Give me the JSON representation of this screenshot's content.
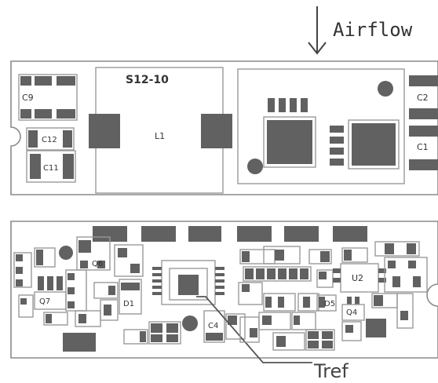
{
  "annotations": {
    "airflow": "Airflow",
    "tref": "Tref"
  },
  "board_top": {
    "title": "S12-10",
    "labels": {
      "c9": "C9",
      "c12": "C12",
      "c11": "C11",
      "l1": "L1",
      "c2": "C2",
      "c1": "C1"
    }
  },
  "board_bottom": {
    "labels": {
      "q6": "Q6",
      "d1": "D1",
      "q7": "Q7",
      "c4": "C4",
      "u2": "U2",
      "d5": "D5",
      "q4": "Q4"
    }
  },
  "colors": {
    "pad": "#616161",
    "outline": "#9a9a9a",
    "board_edge": "#8a8a8a",
    "text": "#333333"
  }
}
